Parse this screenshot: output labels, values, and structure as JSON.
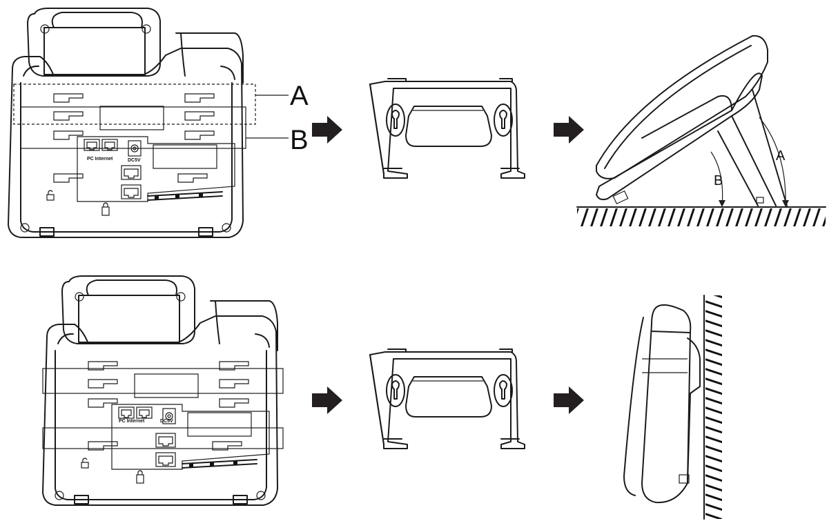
{
  "labels": {
    "top_phone_a": "A",
    "top_phone_b": "B",
    "side_a": "A",
    "side_b": "B"
  },
  "ports": {
    "pc_internet": "PC  Internet",
    "dc": "DC5V"
  },
  "colors": {
    "line": "#1a1a1a",
    "arrow": "#231f20"
  }
}
